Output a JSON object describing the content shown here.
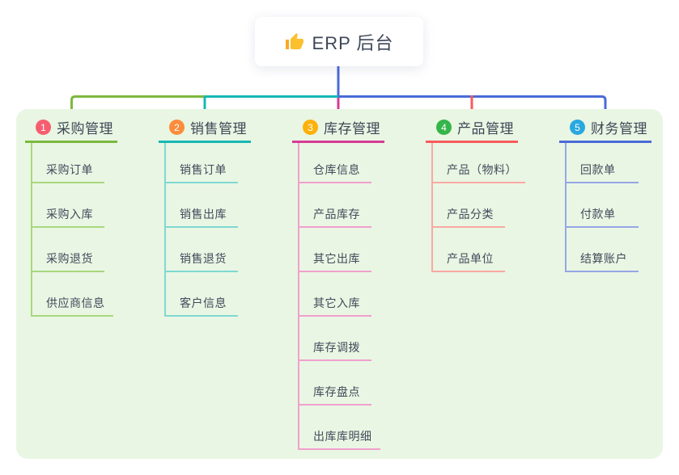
{
  "root": {
    "title": "ERP 后台",
    "icon": "thumbs-up-icon",
    "icon_color": "#FBC02D",
    "icon_sleeve_color": "#F9A825",
    "box_color": "#ffffff",
    "connector_color": "#4A6BD8"
  },
  "panel": {
    "background": "#E9F6E3"
  },
  "text_colors": {
    "title": "#3D4757",
    "item": "#414B5C"
  },
  "branches": [
    {
      "badge": "1",
      "badge_color": "#F65E70",
      "title": "采购管理",
      "line_color": "#7CB93E",
      "sub_line_color": "#A9D77D",
      "items": [
        "采购订单",
        "采购入库",
        "采购退货",
        "供应商信息"
      ]
    },
    {
      "badge": "2",
      "badge_color": "#FA8C3C",
      "title": "销售管理",
      "line_color": "#16B8B4",
      "sub_line_color": "#7FD9D2",
      "items": [
        "销售订单",
        "销售出库",
        "销售退货",
        "客户信息"
      ]
    },
    {
      "badge": "3",
      "badge_color": "#FDB10A",
      "title": "库存管理",
      "line_color": "#D63C96",
      "sub_line_color": "#F0A0CE",
      "items": [
        "仓库信息",
        "产品库存",
        "其它出库",
        "其它入库",
        "库存调拨",
        "库存盘点",
        "出库库明细"
      ]
    },
    {
      "badge": "4",
      "badge_color": "#35B54A",
      "title": "产品管理",
      "line_color": "#F75C5C",
      "sub_line_color": "#F9A8A4",
      "items": [
        "产品（物料）",
        "产品分类",
        "产品单位"
      ]
    },
    {
      "badge": "5",
      "badge_color": "#29A8E0",
      "title": "财务管理",
      "line_color": "#4A6BD8",
      "sub_line_color": "#96A6E6",
      "items": [
        "回款单",
        "付款单",
        "结算账户"
      ]
    }
  ]
}
